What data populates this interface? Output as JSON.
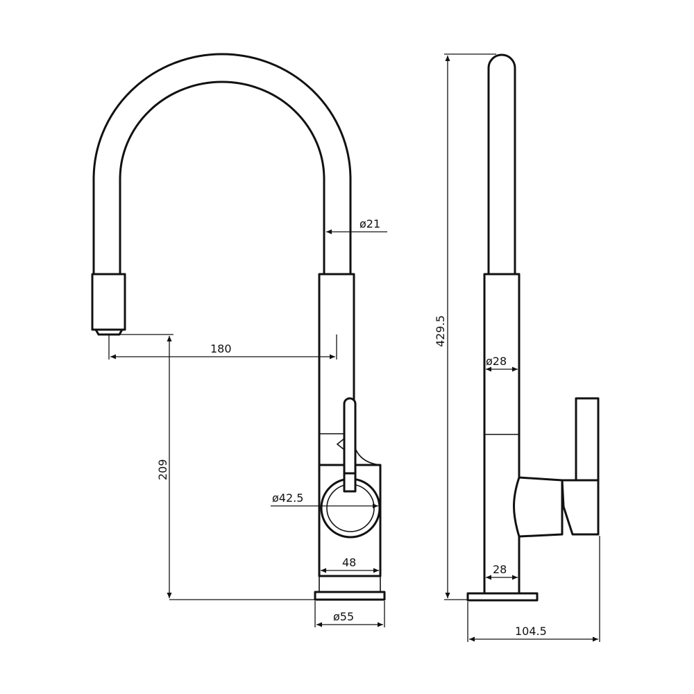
{
  "dimensions": {
    "hose_diameter": "ø21",
    "spout_reach": "180",
    "spout_height": "209",
    "lever_diameter": "ø42.5",
    "body_width_front": "48",
    "base_diameter": "ø55",
    "total_height": "429.5",
    "body_diameter": "ø28",
    "body_width_side": "28",
    "total_depth": "104.5"
  }
}
